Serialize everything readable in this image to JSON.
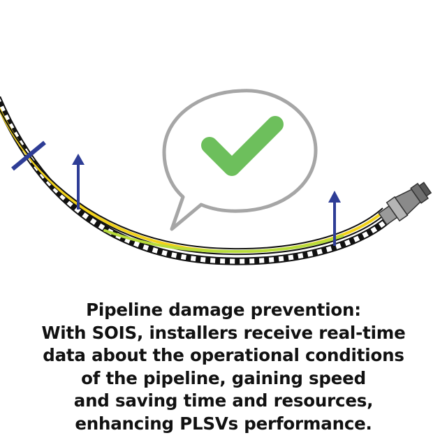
{
  "colors": {
    "pipe_black": "#111111",
    "pipe_white": "#ffffff",
    "pipe_yellow": "#f2d21a",
    "pipe_green": "#b8dc3c",
    "arrow_blue": "#2e3d96",
    "bubble_stroke": "#a6a6a6",
    "check_green": "#6dbf5c",
    "connector_dark": "#555555",
    "connector_light": "#9a9a9a"
  },
  "icons": {
    "speech_bubble": "speech-bubble-icon",
    "checkmark": "checkmark-icon",
    "up_arrow": "up-arrow-icon",
    "connector": "pipe-end-connector-icon"
  },
  "caption": {
    "lines": [
      "Pipeline damage prevention:",
      "With SOIS, installers receive real-time",
      "data about the operational conditions",
      "of the pipeline, gaining speed",
      "and saving time and resources,",
      "enhancing PLSVs performance."
    ]
  }
}
